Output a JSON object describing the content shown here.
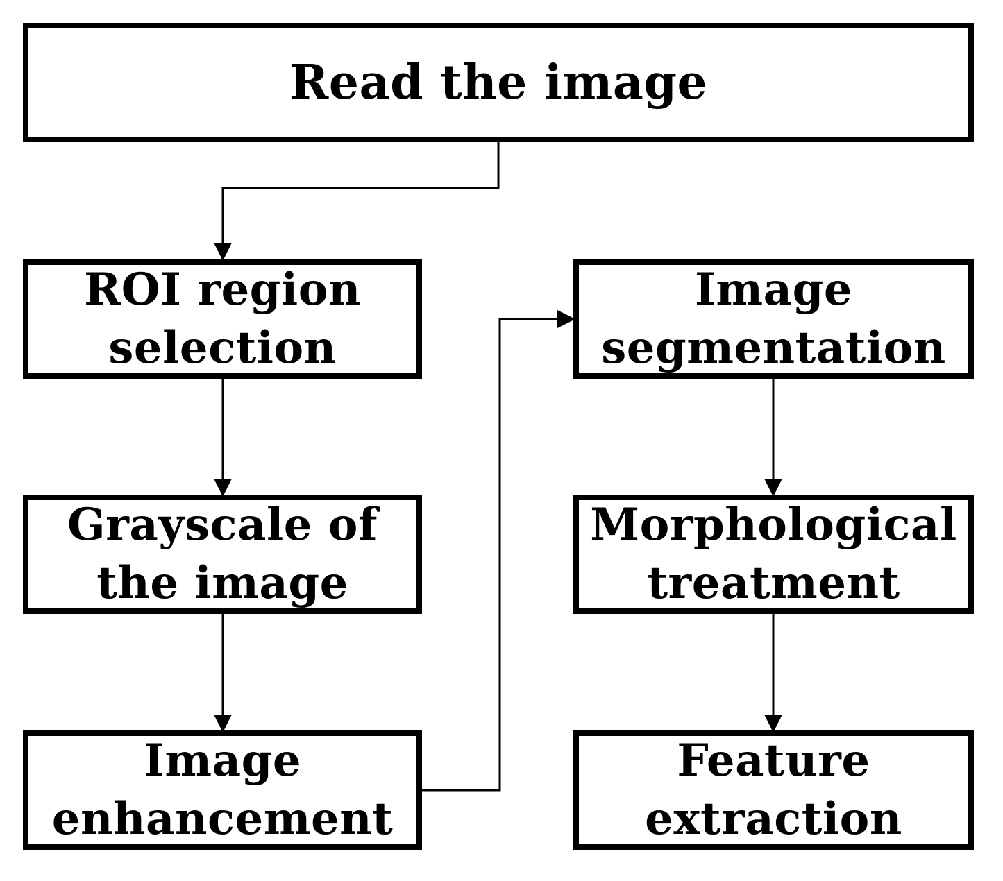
{
  "steps": {
    "read": {
      "line1": "Read the image"
    },
    "roi": {
      "line1": "ROI region",
      "line2": "selection"
    },
    "grayscale": {
      "line1": "Grayscale of",
      "line2": "the image"
    },
    "enhancement": {
      "line1": "Image",
      "line2": "enhancement"
    },
    "segmentation": {
      "line1": "Image",
      "line2": "segmentation"
    },
    "morphological": {
      "line1": "Morphological",
      "line2": "treatment"
    },
    "feature": {
      "line1": "Feature",
      "line2": "extraction"
    }
  },
  "colors": {
    "stroke": "#000000",
    "background": "#ffffff"
  }
}
